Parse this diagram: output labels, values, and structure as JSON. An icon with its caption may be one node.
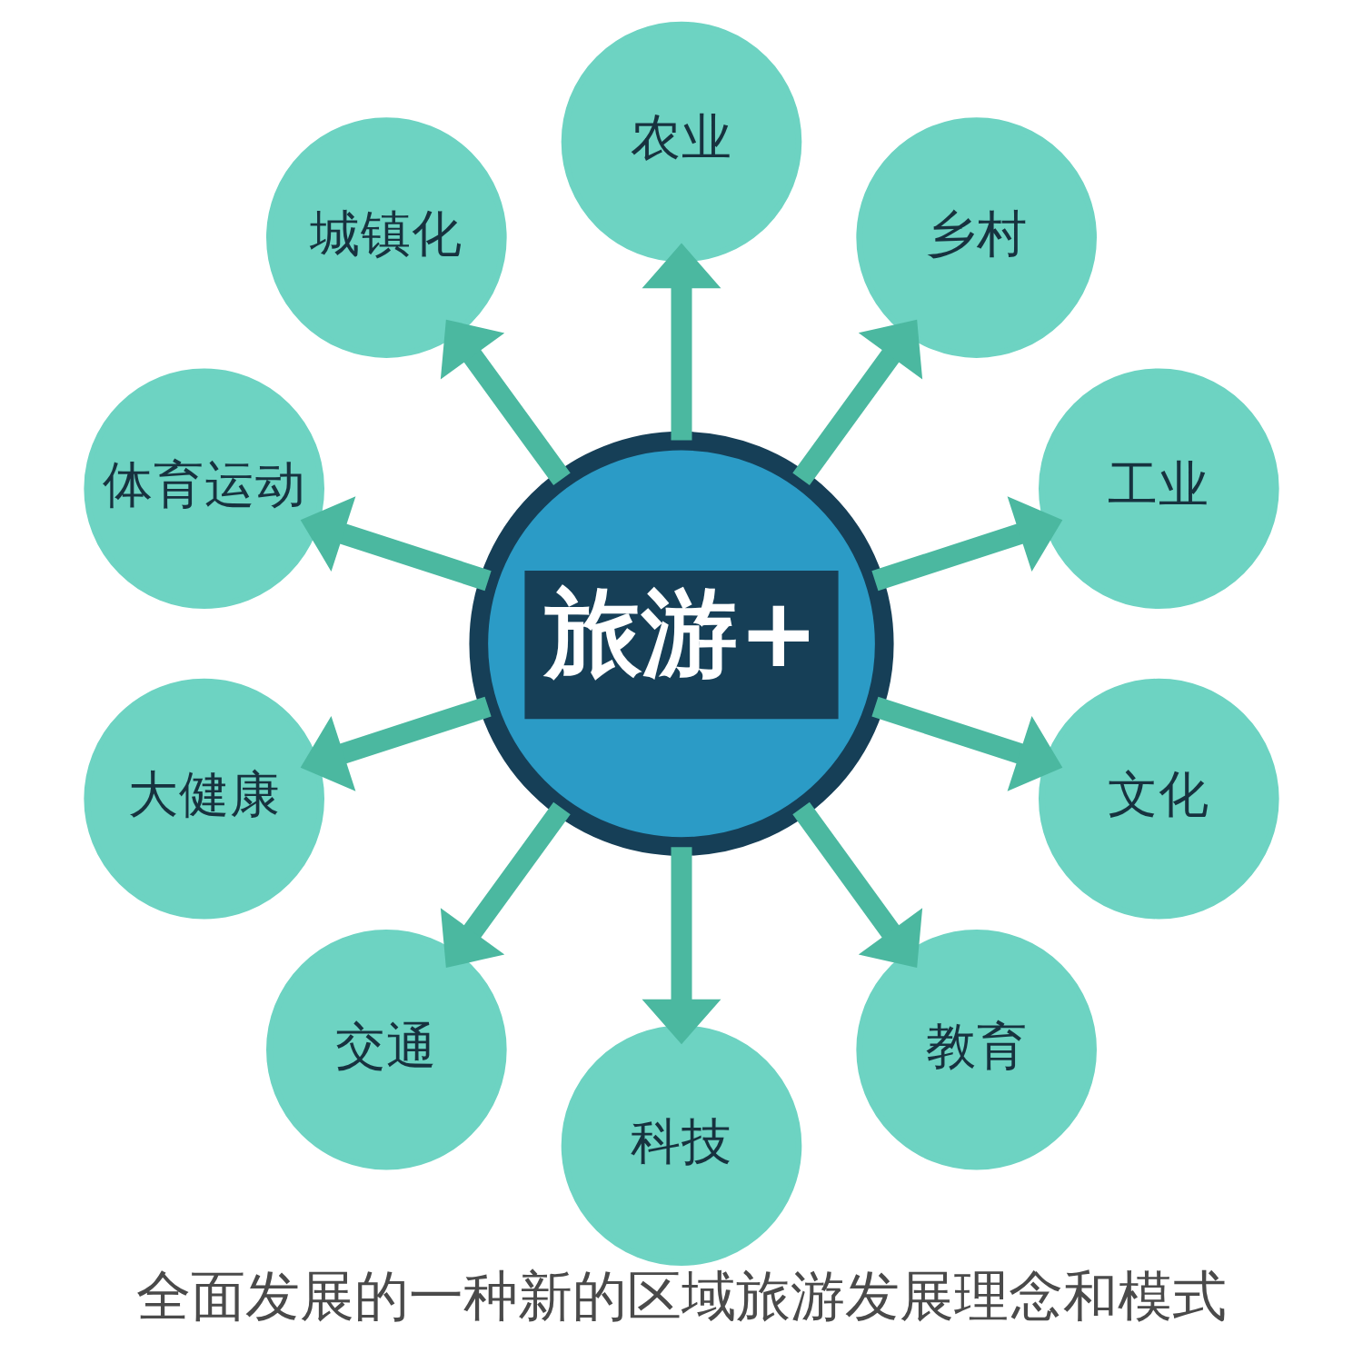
{
  "diagram": {
    "caption": "全面发展的一种新的区域旅游发展理念和模式",
    "nodes": [
      {
        "text": [
          "旅游+"
        ]
      },
      {
        "text": [
          "农业"
        ]
      },
      {
        "text": [
          "乡村"
        ]
      },
      {
        "text": [
          "工业"
        ]
      },
      {
        "text": [
          "文化"
        ]
      },
      {
        "text": [
          "教育"
        ]
      },
      {
        "text": [
          "科技"
        ]
      },
      {
        "text": [
          "交通"
        ]
      },
      {
        "text": [
          "大健康"
        ]
      },
      {
        "text": [
          "体育运动"
        ]
      },
      {
        "text": [
          "城镇化"
        ]
      }
    ],
    "edges": [
      {
        "from": 0,
        "to": 1,
        "arrow": "to"
      },
      {
        "from": 0,
        "to": 2,
        "arrow": "to"
      },
      {
        "from": 0,
        "to": 3,
        "arrow": "to"
      },
      {
        "from": 0,
        "to": 4,
        "arrow": "to"
      },
      {
        "from": 0,
        "to": 5,
        "arrow": "to"
      },
      {
        "from": 0,
        "to": 6,
        "arrow": "to"
      },
      {
        "from": 0,
        "to": 7,
        "arrow": "to"
      },
      {
        "from": 0,
        "to": 8,
        "arrow": "to"
      },
      {
        "from": 0,
        "to": 9,
        "arrow": "to"
      },
      {
        "from": 0,
        "to": 10,
        "arrow": "to"
      }
    ]
  }
}
